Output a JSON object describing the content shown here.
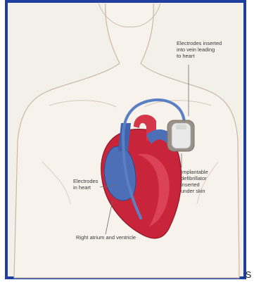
{
  "labels": {
    "vein": "Electrodes inserted\ninto vein leading\nto heart",
    "heart": "Electrodes\nin heart",
    "defibrillator": "Implantable\ndefibrillator\ninserted\nunder skin",
    "right_atrium": "Right atrium and ventricle"
  },
  "corner_text": ":S",
  "colors": {
    "frame": "#1f3f9e",
    "skin_outline": "#c9b8a8",
    "heart_red": "#c8253a",
    "heart_blue": "#4d6fb8",
    "lead_blue": "#5a7fc2",
    "device": "#e9e9e9"
  }
}
